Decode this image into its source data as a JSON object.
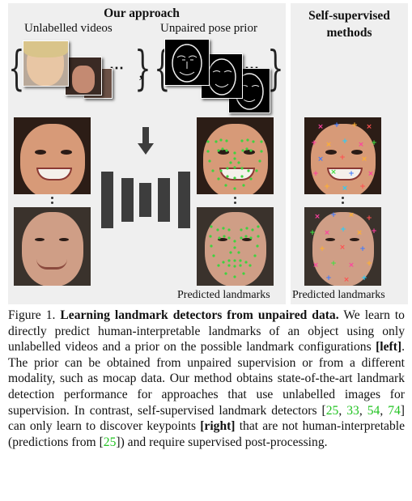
{
  "left_panel": {
    "title": "Our approach",
    "videos_label": "Unlabelled videos",
    "prior_label": "Unpaired pose prior",
    "sequence_dots": "⋯",
    "separator_comma": ",",
    "predicted_label": "Predicted landmarks"
  },
  "right_panel": {
    "title_line1": "Self-supervised",
    "title_line2": "methods",
    "predicted_label": "Predicted landmarks"
  },
  "caption": {
    "prefix": "Figure 1. ",
    "bold_title": "Learning landmark detectors from unpaired data.",
    "text1": " We learn to directly predict human-interpretable landmarks of an object using only unlabelled videos and a prior on the possible landmark configurations ",
    "left_tag": "[left]",
    "text2": ". The prior can be obtained from unpaired supervision or from a different modality, such as mocap data. Our method obtains state-of-the-art landmark detection performance for approaches that use unlabelled images for supervision. In contrast, self-supervised landmark detectors [",
    "ref1": "25",
    "ref_sep1": ", ",
    "ref2": "33",
    "ref_sep2": ", ",
    "ref3": "54",
    "ref_sep3": ", ",
    "ref4": "74",
    "text3": "] can only learn to discover keypoints ",
    "right_tag": "[right]",
    "text4": " that are not human-interpretable (predictions from [",
    "ref5": "25",
    "text5": "]) and require supervised post-processing."
  },
  "colors": {
    "panel_bg": "#efefef",
    "ref_green": "#22c322",
    "landmark_green": "#3fd23f",
    "network_gray": "#3d3d3d"
  },
  "icons": {
    "arrow": "down-arrow-icon"
  }
}
